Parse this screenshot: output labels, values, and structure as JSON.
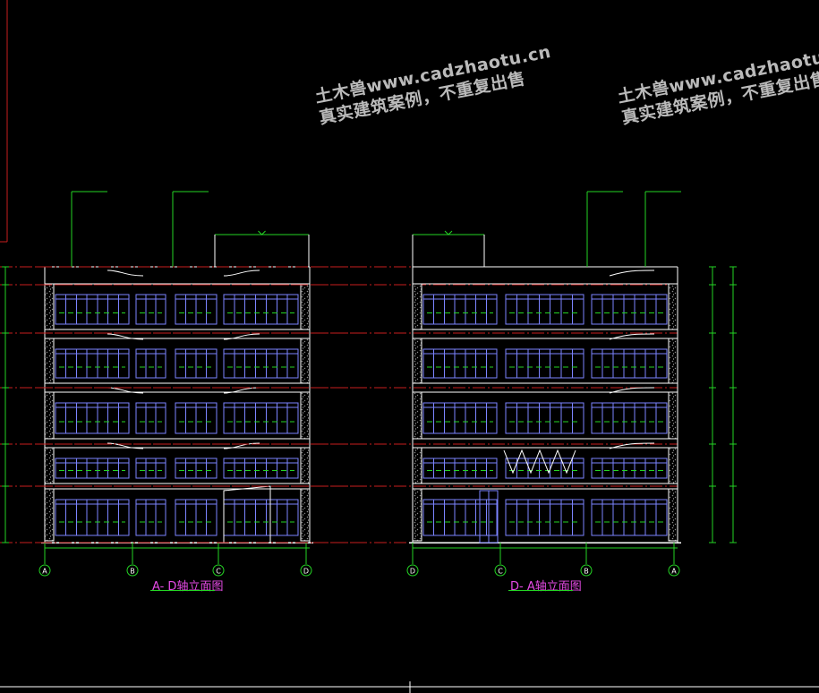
{
  "drawing": {
    "views": [
      {
        "title": "A- D轴立面图",
        "axes": [
          "A",
          "B",
          "C",
          "D"
        ]
      },
      {
        "title": "D- A轴立面图",
        "axes": [
          "D",
          "C",
          "B",
          "A"
        ]
      }
    ],
    "watermark": {
      "line1": "土木兽www.cadzhaotu.cn",
      "line2": "真实建筑案例，不重复出售"
    },
    "colors": {
      "background": "#000000",
      "outline": "#ffffff",
      "axis_line": "#c81e1e",
      "dimension": "#24d424",
      "window_frame": "#7c84ff",
      "window_sill": "#24d424",
      "title_text": "#e64be6",
      "hatch": "#8a8a8a"
    }
  }
}
